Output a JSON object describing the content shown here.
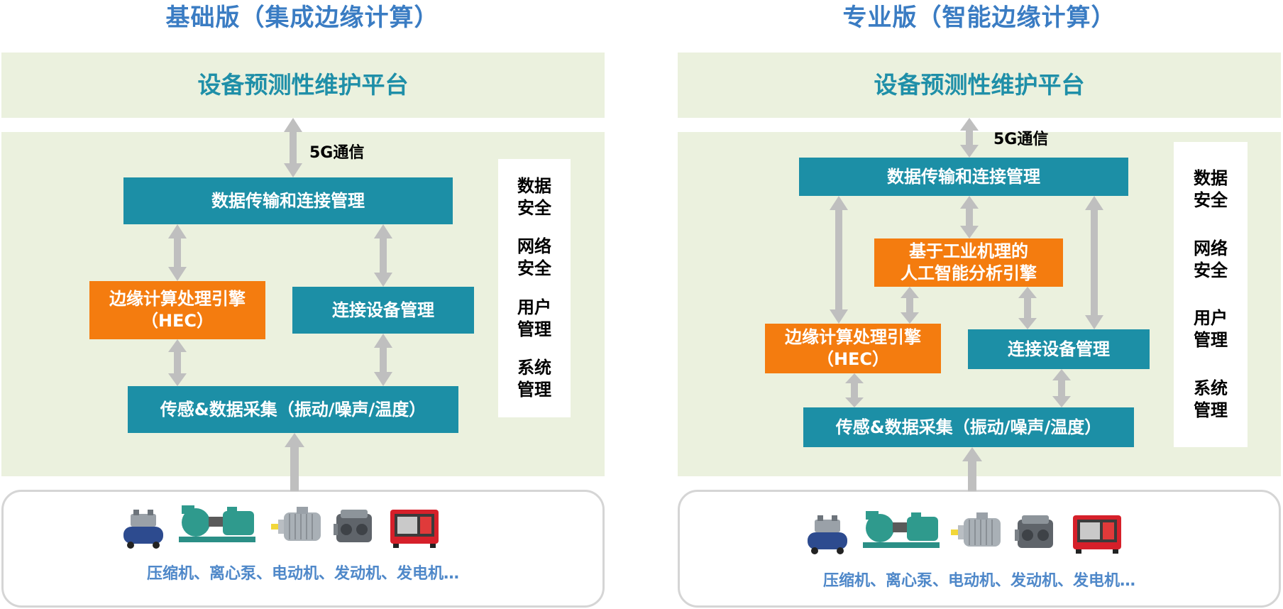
{
  "basic": {
    "title": "基础版（集成边缘计算）",
    "platform": "设备预测性维护平台",
    "comm_label": "5G通信",
    "transfer_box": "数据传输和连接管理",
    "edge_box": {
      "line1": "边缘计算处理引擎",
      "line2": "（HEC）"
    },
    "device_box": "连接设备管理",
    "sensing_box": "传感&数据采集（振动/噪声/温度）",
    "side": [
      {
        "line1": "数据",
        "line2": "安全"
      },
      {
        "line1": "网络",
        "line2": "安全"
      },
      {
        "line1": "用户",
        "line2": "管理"
      },
      {
        "line1": "系统",
        "line2": "管理"
      }
    ],
    "equipment": [
      "compressor-icon",
      "centrifugal-pump-icon",
      "electric-motor-icon",
      "engine-icon",
      "generator-icon"
    ],
    "equipment_text": "压缩机、离心泵、电动机、发动机、发电机…"
  },
  "pro": {
    "title": "专业版（智能边缘计算）",
    "platform": "设备预测性维护平台",
    "comm_label": "5G通信",
    "transfer_box": "数据传输和连接管理",
    "ai_box": {
      "line1": "基于工业机理的",
      "line2": "人工智能分析引擎"
    },
    "edge_box": {
      "line1": "边缘计算处理引擎",
      "line2": "（HEC）"
    },
    "device_box": "连接设备管理",
    "sensing_box": "传感&数据采集（振动/噪声/温度）",
    "side": [
      {
        "line1": "数据",
        "line2": "安全"
      },
      {
        "line1": "网络",
        "line2": "安全"
      },
      {
        "line1": "用户",
        "line2": "管理"
      },
      {
        "line1": "系统",
        "line2": "管理"
      }
    ],
    "equipment": [
      "compressor-icon",
      "centrifugal-pump-icon",
      "electric-motor-icon",
      "engine-icon",
      "generator-icon"
    ],
    "equipment_text": "压缩机、离心泵、电动机、发动机、发电机…"
  },
  "colors": {
    "title": "#3a7cc3",
    "band": "#ebf1de",
    "teal": "#1c8fa6",
    "orange": "#f47c0f",
    "arrow": "#bfbfbf",
    "equip_text": "#4f88c9"
  }
}
